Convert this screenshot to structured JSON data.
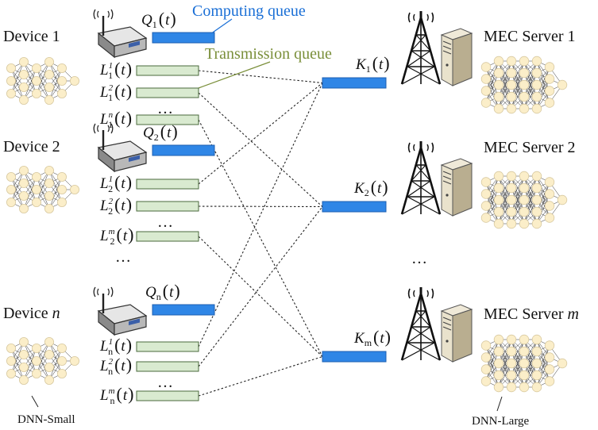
{
  "legend": {
    "computing_queue": "Computing queue",
    "transmission_queue": "Transmission queue",
    "computing_color": "#2f86e6",
    "transmission_color": "#d9ead0",
    "computing_label_color": "#1a6fd6",
    "transmission_label_color": "#7a8f3a"
  },
  "devices": [
    {
      "name": "Device",
      "index": "1",
      "italic_index": false,
      "queue_var": "Q",
      "queue_sub": "1",
      "tx": [
        {
          "var": "L",
          "sub": "1",
          "sup": "1"
        },
        {
          "var": "L",
          "sub": "1",
          "sup": "2"
        },
        {
          "var": "L",
          "sub": "1",
          "sup": "n"
        }
      ]
    },
    {
      "name": "Device",
      "index": "2",
      "italic_index": false,
      "queue_var": "Q",
      "queue_sub": "2",
      "tx": [
        {
          "var": "L",
          "sub": "2",
          "sup": "1"
        },
        {
          "var": "L",
          "sub": "2",
          "sup": "2"
        },
        {
          "var": "L",
          "sub": "2",
          "sup": "m"
        }
      ]
    },
    {
      "name": "Device",
      "index": "n",
      "italic_index": true,
      "queue_var": "Q",
      "queue_sub": "n",
      "tx": [
        {
          "var": "L",
          "sub": "n",
          "sup": "1"
        },
        {
          "var": "L",
          "sub": "n",
          "sup": "2"
        },
        {
          "var": "L",
          "sub": "n",
          "sup": "m"
        }
      ]
    }
  ],
  "servers": [
    {
      "name": "MEC Server",
      "index": "1",
      "italic_index": false,
      "queue_var": "K",
      "queue_sub": "1"
    },
    {
      "name": "MEC Server",
      "index": "2",
      "italic_index": false,
      "queue_var": "K",
      "queue_sub": "2"
    },
    {
      "name": "MEC Server",
      "index": "m",
      "italic_index": true,
      "queue_var": "K",
      "queue_sub": "m"
    }
  ],
  "time_arg": "t",
  "ellipsis": "…",
  "dnn_small_label": "DNN-Small",
  "dnn_large_label": "DNN-Large"
}
